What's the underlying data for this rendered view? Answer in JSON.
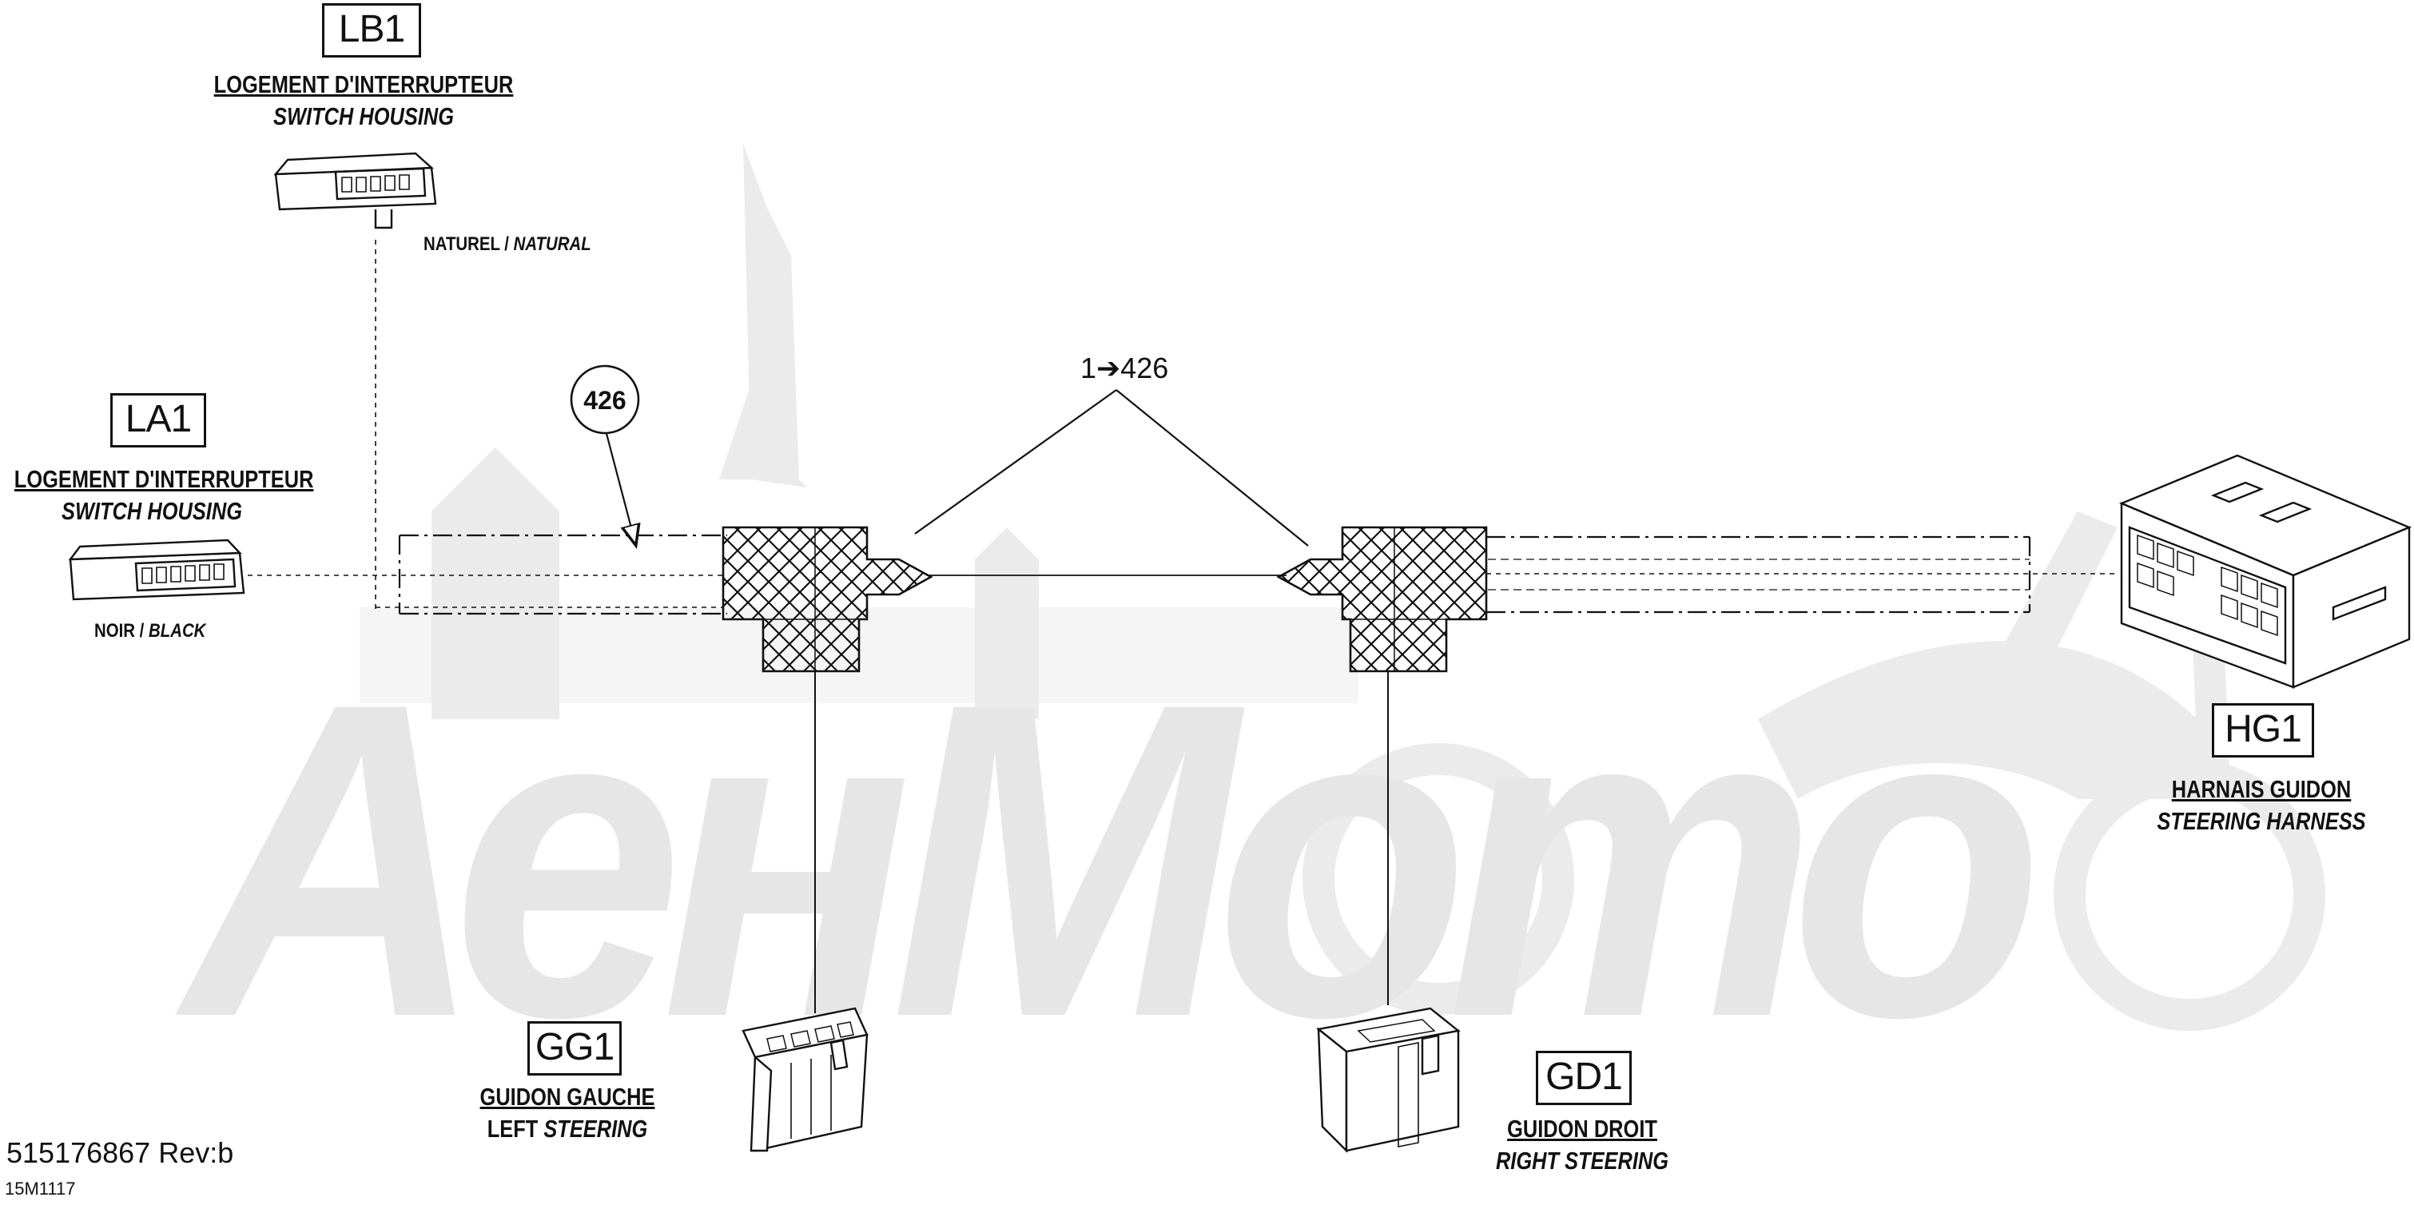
{
  "watermark": {
    "text": "АенМото"
  },
  "connectors": {
    "lb1": {
      "code": "LB1",
      "name_fr": "LOGEMENT D'INTERRUPTEUR",
      "name_en": "SWITCH HOUSING",
      "color_fr": "NATUREL",
      "color_en": "NATURAL"
    },
    "la1": {
      "code": "LA1",
      "name_fr": "LOGEMENT D'INTERRUPTEUR",
      "name_en": "SWITCH HOUSING",
      "color_fr": "NOIR",
      "color_en": "BLACK"
    },
    "hg1": {
      "code": "HG1",
      "name_fr": "HARNAIS GUIDON",
      "name_en": "STEERING HARNESS"
    },
    "gg1": {
      "code": "GG1",
      "name_fr": "GUIDON GAUCHE",
      "name_en_prefix": "LEFT",
      "name_en": "STEERING"
    },
    "gd1": {
      "code": "GD1",
      "name_fr": "GUIDON DROIT",
      "name_en": "RIGHT STEERING"
    }
  },
  "callouts": {
    "part_number": "426",
    "range_label": "1➔426"
  },
  "footer": {
    "doc_ref": "515176867 Rev:b",
    "figure_id": "15M1117"
  },
  "colors": {
    "ink": "#111111",
    "watermark": "#e6e6e6"
  }
}
